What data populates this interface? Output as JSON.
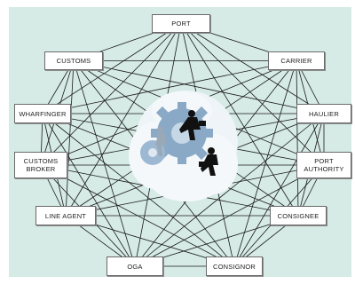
{
  "diagram": {
    "nodes": [
      {
        "id": "port",
        "label": "PORT"
      },
      {
        "id": "carrier",
        "label": "CARRIER"
      },
      {
        "id": "haulier",
        "label": "HAULIER"
      },
      {
        "id": "port-authority",
        "label": "PORT\nAUTHORITY"
      },
      {
        "id": "consignee",
        "label": "CONSIGNEE"
      },
      {
        "id": "consignor",
        "label": "CONSIGNOR"
      },
      {
        "id": "oga",
        "label": "OGA"
      },
      {
        "id": "line-agent",
        "label": "LINE AGENT"
      },
      {
        "id": "customs-broker",
        "label": "CUSTOMS\nBROKER"
      },
      {
        "id": "wharfinger",
        "label": "WHARFINGER"
      },
      {
        "id": "customs",
        "label": "CUSTOMS"
      }
    ],
    "connectivity": "fully-connected",
    "center_image": "business-people-on-gears-illustration",
    "colors": {
      "background": "#d6ebe5",
      "lines": "#1a1a1a",
      "box_border": "#6a6a6a",
      "cloud": "#eef4f8",
      "gear": "#8aa9c6"
    }
  }
}
